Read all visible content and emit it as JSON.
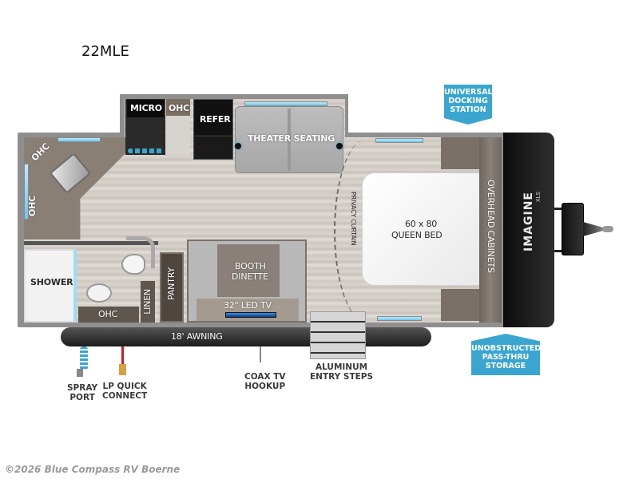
{
  "model": "22MLE",
  "rooms": {
    "kitchen": {
      "micro": "MICRO",
      "ohc_top": "OHC",
      "refer": "REFER"
    },
    "living": {
      "theater_seating": "THEATER SEATING"
    },
    "bedroom": {
      "bed_size": "60 x 80",
      "bed_type": "QUEEN BED",
      "privacy_curtain": "PRIVACY CURTAIN",
      "overhead_cabinets": "OVERHEAD CABINETS"
    },
    "rear": {
      "ohc_corner": "OHC",
      "ohc_side": "OHC"
    },
    "bath": {
      "shower": "SHOWER",
      "ohc": "OHC",
      "linen": "LINEN"
    },
    "pantry": "PANTRY",
    "dinette": {
      "line1": "BOOTH",
      "line2": "DINETTE",
      "tv": "32\" LED TV"
    },
    "awning": "18' AWNING",
    "brand": {
      "name": "IMAGINE",
      "sub": "XLS"
    }
  },
  "callouts": {
    "docking": {
      "lines": [
        "UNIVERSAL",
        "DOCKING",
        "STATION"
      ],
      "color": "#3aa6d0"
    },
    "storage": {
      "lines": [
        "UNOBSTRUCTED",
        "PASS-THRU",
        "STORAGE"
      ],
      "color": "#3aa6d0"
    }
  },
  "exterior": {
    "spray": [
      "SPRAY",
      "PORT"
    ],
    "lp": [
      "LP QUICK",
      "CONNECT"
    ],
    "coax": [
      "COAX TV",
      "HOOKUP"
    ],
    "steps": [
      "ALUMINUM",
      "ENTRY STEPS"
    ]
  },
  "footer": "©2026 Blue Compass RV Boerne"
}
